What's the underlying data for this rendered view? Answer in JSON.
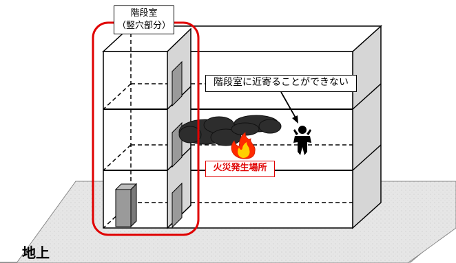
{
  "labels": {
    "stairwell_line1": "階段室",
    "stairwell_line2": "（竪穴部分）",
    "callout": "階段室に近寄ることができない",
    "fire": "火災発生場所",
    "ground": "地上"
  },
  "colors": {
    "highlight": "#e00000",
    "ground": "#e6e6e6",
    "smoke": "#2d2d2d",
    "flame_outer": "#ff2a00",
    "flame_inner": "#ffd000"
  },
  "icons": {
    "person": "person-icon",
    "smoke": "smoke-icon",
    "fire": "fire-icon"
  }
}
